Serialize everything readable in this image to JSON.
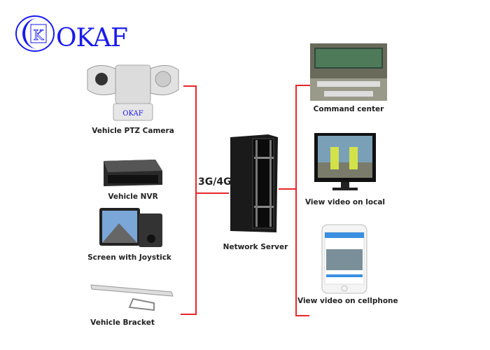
{
  "logo": {
    "text": "OKAF",
    "letter": "K"
  },
  "left_devices": [
    {
      "label": "Vehicle PTZ Camera"
    },
    {
      "label": "Vehicle NVR"
    },
    {
      "label": "Screen with Joystick"
    },
    {
      "label": "Vehicle Bracket"
    }
  ],
  "network": {
    "label": "3G/4G"
  },
  "server": {
    "label": "Network Server"
  },
  "right_outputs": [
    {
      "label": "Command center"
    },
    {
      "label": "View video on local"
    },
    {
      "label": "View video on cellphone"
    }
  ],
  "colors": {
    "line": "#e8262b",
    "brand": "#1a1aee"
  }
}
